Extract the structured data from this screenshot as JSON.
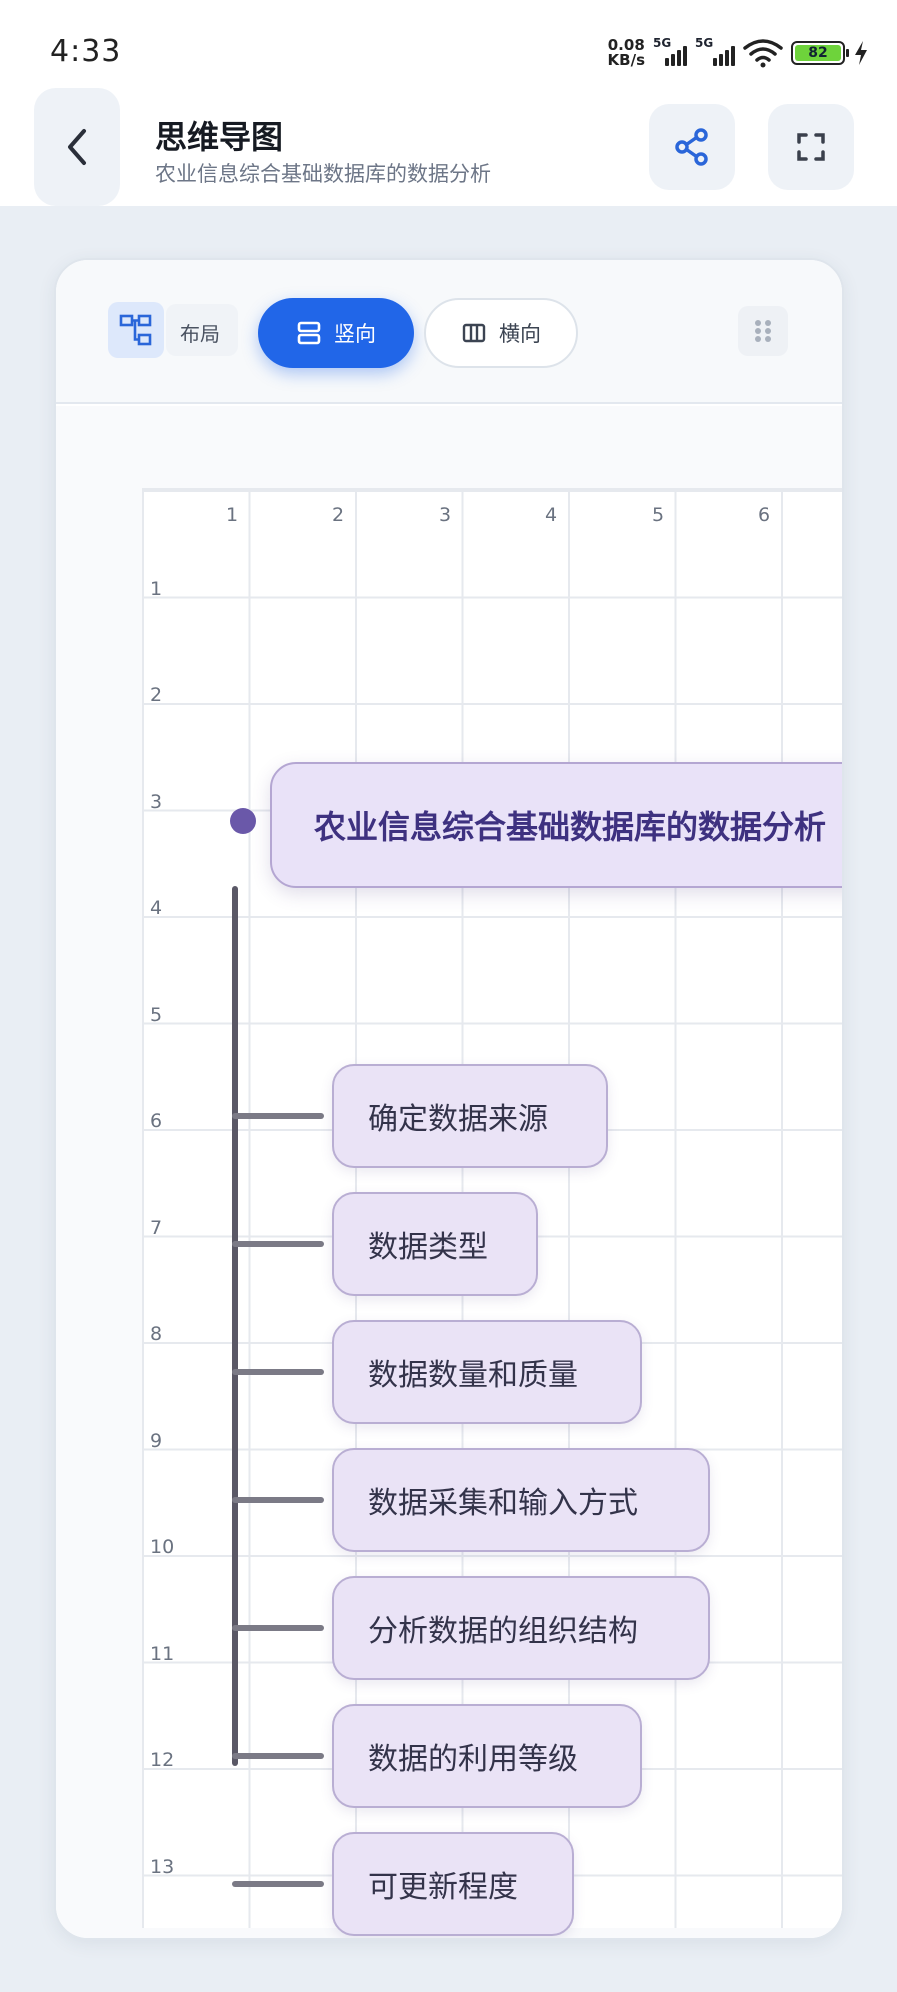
{
  "status_bar": {
    "time": "4:33",
    "net_speed_value": "0.08",
    "net_speed_unit": "KB/s",
    "signal1_label": "5G",
    "signal2_label": "5G",
    "battery": "82"
  },
  "header": {
    "title": "思维导图",
    "subtitle": "农业信息综合基础数据库的数据分析"
  },
  "toolbar": {
    "layout_label": "布局",
    "vertical_label": "竖向",
    "horizontal_label": "横向",
    "selected": "竖向"
  },
  "grid": {
    "columns": [
      "1",
      "2",
      "3",
      "4",
      "5",
      "6"
    ],
    "rows": [
      "1",
      "2",
      "3",
      "4",
      "5",
      "6",
      "7",
      "8",
      "9",
      "10",
      "11",
      "12",
      "13"
    ]
  },
  "mindmap": {
    "root": "农业信息综合基础数据库的数据分析",
    "children": [
      "确定数据来源",
      "数据类型",
      "数据数量和质量",
      "数据采集和输入方式",
      "分析数据的组织结构",
      "数据的利用等级",
      "可更新程度"
    ]
  },
  "colors": {
    "accent": "#2166e8",
    "node_fill": "#eae3f6",
    "root_text": "#3e3180",
    "connector": "#5a5866"
  }
}
